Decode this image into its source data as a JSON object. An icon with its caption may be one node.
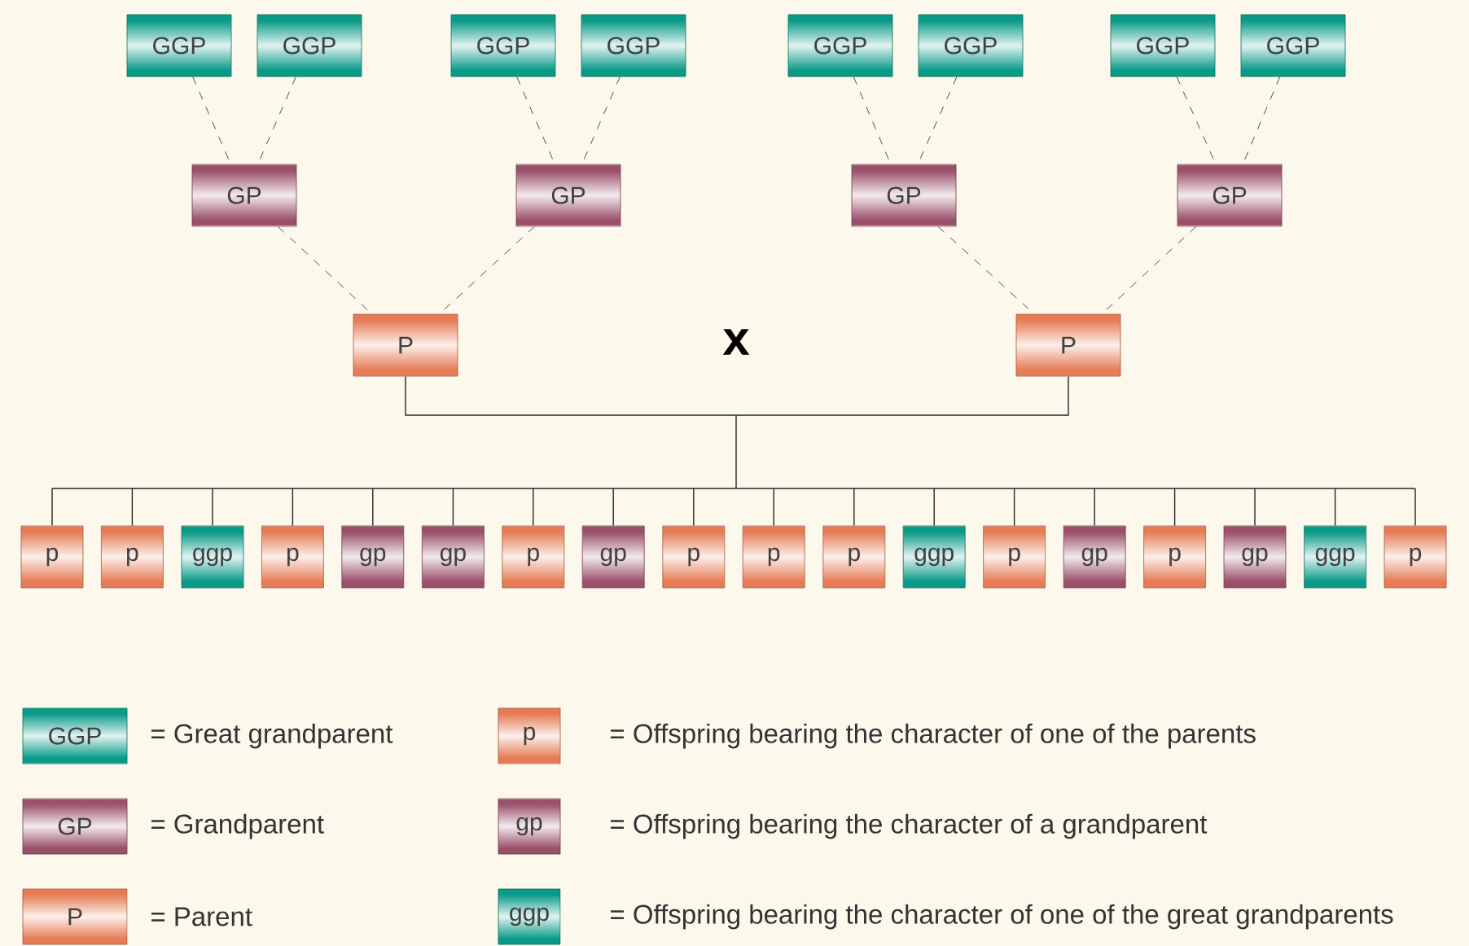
{
  "diagram": {
    "nodes": [
      {
        "text": [
          "GGP"
        ]
      },
      {
        "text": [
          "GGP"
        ]
      },
      {
        "text": [
          "GGP"
        ]
      },
      {
        "text": [
          "GGP"
        ]
      },
      {
        "text": [
          "GGP"
        ]
      },
      {
        "text": [
          "GGP"
        ]
      },
      {
        "text": [
          "GGP"
        ]
      },
      {
        "text": [
          "GGP"
        ]
      },
      {
        "text": [
          "GP"
        ]
      },
      {
        "text": [
          "GP"
        ]
      },
      {
        "text": [
          "GP"
        ]
      },
      {
        "text": [
          "GP"
        ]
      },
      {
        "text": [
          "P"
        ]
      },
      {
        "text": [
          "P"
        ]
      },
      {
        "text": [
          "p"
        ]
      },
      {
        "text": [
          "p"
        ]
      },
      {
        "text": [
          "ggp"
        ]
      },
      {
        "text": [
          "p"
        ]
      },
      {
        "text": [
          "gp"
        ]
      },
      {
        "text": [
          "gp"
        ]
      },
      {
        "text": [
          "p"
        ]
      },
      {
        "text": [
          "gp"
        ]
      },
      {
        "text": [
          "p"
        ]
      },
      {
        "text": [
          "p"
        ]
      },
      {
        "text": [
          "p"
        ]
      },
      {
        "text": [
          "ggp"
        ]
      },
      {
        "text": [
          "p"
        ]
      },
      {
        "text": [
          "gp"
        ]
      },
      {
        "text": [
          "p"
        ]
      },
      {
        "text": [
          "gp"
        ]
      },
      {
        "text": [
          "ggp"
        ]
      },
      {
        "text": [
          "p"
        ]
      }
    ],
    "edges": [
      {
        "from": 0,
        "to": 8,
        "arrow": "none",
        "style": "dashed"
      },
      {
        "from": 1,
        "to": 8,
        "arrow": "none",
        "style": "dashed"
      },
      {
        "from": 2,
        "to": 9,
        "arrow": "none",
        "style": "dashed"
      },
      {
        "from": 3,
        "to": 9,
        "arrow": "none",
        "style": "dashed"
      },
      {
        "from": 4,
        "to": 10,
        "arrow": "none",
        "style": "dashed"
      },
      {
        "from": 5,
        "to": 10,
        "arrow": "none",
        "style": "dashed"
      },
      {
        "from": 6,
        "to": 11,
        "arrow": "none",
        "style": "dashed"
      },
      {
        "from": 7,
        "to": 11,
        "arrow": "none",
        "style": "dashed"
      },
      {
        "from": 8,
        "to": 12,
        "arrow": "none",
        "style": "dashed"
      },
      {
        "from": 9,
        "to": 12,
        "arrow": "none",
        "style": "dashed"
      },
      {
        "from": 10,
        "to": 13,
        "arrow": "none",
        "style": "dashed"
      },
      {
        "from": 11,
        "to": 13,
        "arrow": "none",
        "style": "dashed"
      },
      {
        "from": 12,
        "to": 14,
        "arrow": "none"
      },
      {
        "from": 12,
        "to": 15,
        "arrow": "none"
      },
      {
        "from": 12,
        "to": 16,
        "arrow": "none"
      },
      {
        "from": 12,
        "to": 17,
        "arrow": "none"
      },
      {
        "from": 12,
        "to": 18,
        "arrow": "none"
      },
      {
        "from": 12,
        "to": 19,
        "arrow": "none"
      },
      {
        "from": 12,
        "to": 20,
        "arrow": "none"
      },
      {
        "from": 12,
        "to": 21,
        "arrow": "none"
      },
      {
        "from": 12,
        "to": 22,
        "arrow": "none"
      },
      {
        "from": 12,
        "to": 23,
        "arrow": "none"
      },
      {
        "from": 12,
        "to": 24,
        "arrow": "none"
      },
      {
        "from": 12,
        "to": 25,
        "arrow": "none"
      },
      {
        "from": 12,
        "to": 26,
        "arrow": "none"
      },
      {
        "from": 12,
        "to": 27,
        "arrow": "none"
      },
      {
        "from": 12,
        "to": 28,
        "arrow": "none"
      },
      {
        "from": 12,
        "to": 29,
        "arrow": "none"
      },
      {
        "from": 12,
        "to": 30,
        "arrow": "none"
      },
      {
        "from": 12,
        "to": 31,
        "arrow": "none"
      },
      {
        "from": 13,
        "to": 14,
        "arrow": "none"
      },
      {
        "from": 13,
        "to": 15,
        "arrow": "none"
      },
      {
        "from": 13,
        "to": 16,
        "arrow": "none"
      },
      {
        "from": 13,
        "to": 17,
        "arrow": "none"
      },
      {
        "from": 13,
        "to": 18,
        "arrow": "none"
      },
      {
        "from": 13,
        "to": 19,
        "arrow": "none"
      },
      {
        "from": 13,
        "to": 20,
        "arrow": "none"
      },
      {
        "from": 13,
        "to": 21,
        "arrow": "none"
      },
      {
        "from": 13,
        "to": 22,
        "arrow": "none"
      },
      {
        "from": 13,
        "to": 23,
        "arrow": "none"
      },
      {
        "from": 13,
        "to": 24,
        "arrow": "none"
      },
      {
        "from": 13,
        "to": 25,
        "arrow": "none"
      },
      {
        "from": 13,
        "to": 26,
        "arrow": "none"
      },
      {
        "from": 13,
        "to": 27,
        "arrow": "none"
      },
      {
        "from": 13,
        "to": 28,
        "arrow": "none"
      },
      {
        "from": 13,
        "to": 29,
        "arrow": "none"
      },
      {
        "from": 13,
        "to": 30,
        "arrow": "none"
      },
      {
        "from": 13,
        "to": 31,
        "arrow": "none"
      }
    ],
    "labels": [
      "x",
      "GGP",
      "p",
      "GP",
      "gp",
      "P",
      "ggp"
    ],
    "legend": [
      {
        "text": "= Great grandparent",
        "color": "#0a9a88"
      },
      {
        "text": "= Offspring bearing the character of one of the parents",
        "color": "#e57c55"
      },
      {
        "text": "= Grandparent",
        "color": "#9a4f6a"
      },
      {
        "text": "= Offspring bearing the character of a grandparent",
        "color": "#9a4f6a"
      },
      {
        "text": "= Parent",
        "color": "#e57c55"
      },
      {
        "text": "= Offspring bearing the character of one of the great grandparents",
        "color": "#0a9a88"
      }
    ]
  }
}
